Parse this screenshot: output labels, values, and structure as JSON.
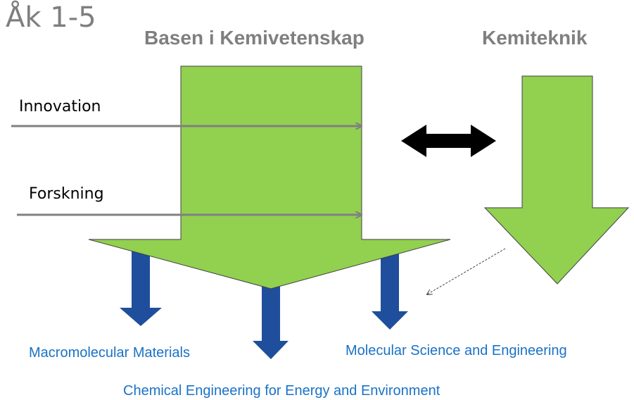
{
  "title": "Åk 1-5",
  "headings": {
    "left": "Basen i Kemivetenskap",
    "right": "Kemiteknik"
  },
  "flows": {
    "innovation": "Innovation",
    "forskning": "Forskning"
  },
  "programs": {
    "macromolecular": "Macromolecular Materials",
    "molecular": "Molecular Science and Engineering",
    "chemical": "Chemical Engineering for Energy and Environment"
  },
  "colors": {
    "green_arrow": "#92d050",
    "blue_arrow": "#1f4e9c",
    "program_text": "#1a72c6",
    "heading_text": "#7f7f7f",
    "flow_line": "#808080"
  }
}
